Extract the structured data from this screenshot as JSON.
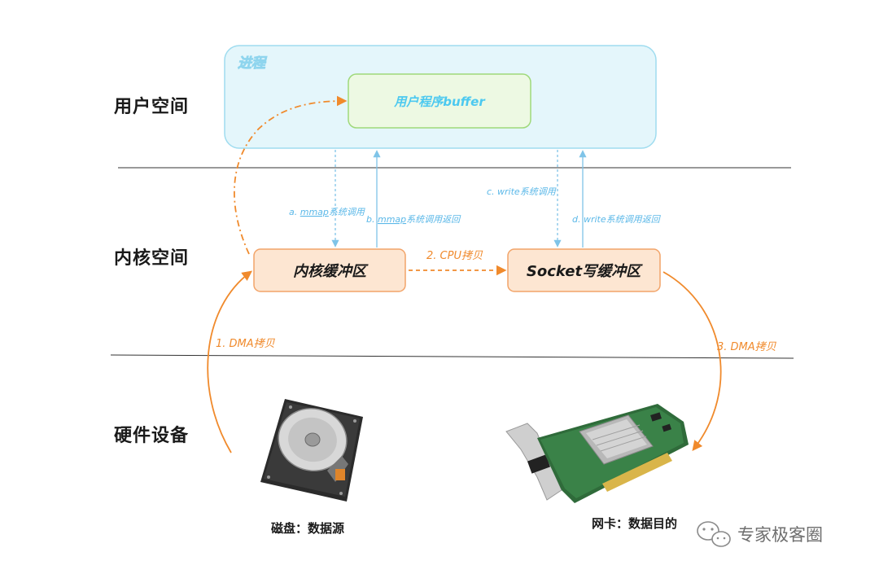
{
  "zones": {
    "user_space": "用户空间",
    "kernel_space": "内核空间",
    "hardware": "硬件设备"
  },
  "process": {
    "title": "进程",
    "buffer": "用户程序buffer"
  },
  "kernel": {
    "kernel_buffer": "内核缓冲区",
    "socket_buffer": "Socket写缓冲区"
  },
  "syscalls": {
    "mmap_call_prefix": "a. ",
    "mmap_call_word": "mmap",
    "mmap_call_suffix": "系统调用",
    "mmap_return_prefix": "b. ",
    "mmap_return_word": "mmap",
    "mmap_return_suffix": "系统调用返回",
    "write_call": "c. write系统调用",
    "write_return": "d. write系统调用返回"
  },
  "copies": {
    "dma_in": "1. DMA拷贝",
    "cpu_copy": "2. CPU拷贝",
    "dma_out": "3. DMA拷贝"
  },
  "hardware": {
    "disk_caption": "磁盘：数据源",
    "nic_caption": "网卡：数据目的"
  },
  "watermark": {
    "text": "专家极客圈"
  },
  "colors": {
    "orange": "#f08a2c",
    "blue_arrow": "#7fc4e8",
    "process_fill": "#e4f6fb",
    "process_stroke": "#9fdcef",
    "buffer_fill": "#edf9e3",
    "buffer_stroke": "#9fd97a",
    "kernel_fill": "#fde6d2",
    "kernel_stroke": "#f2a469"
  }
}
